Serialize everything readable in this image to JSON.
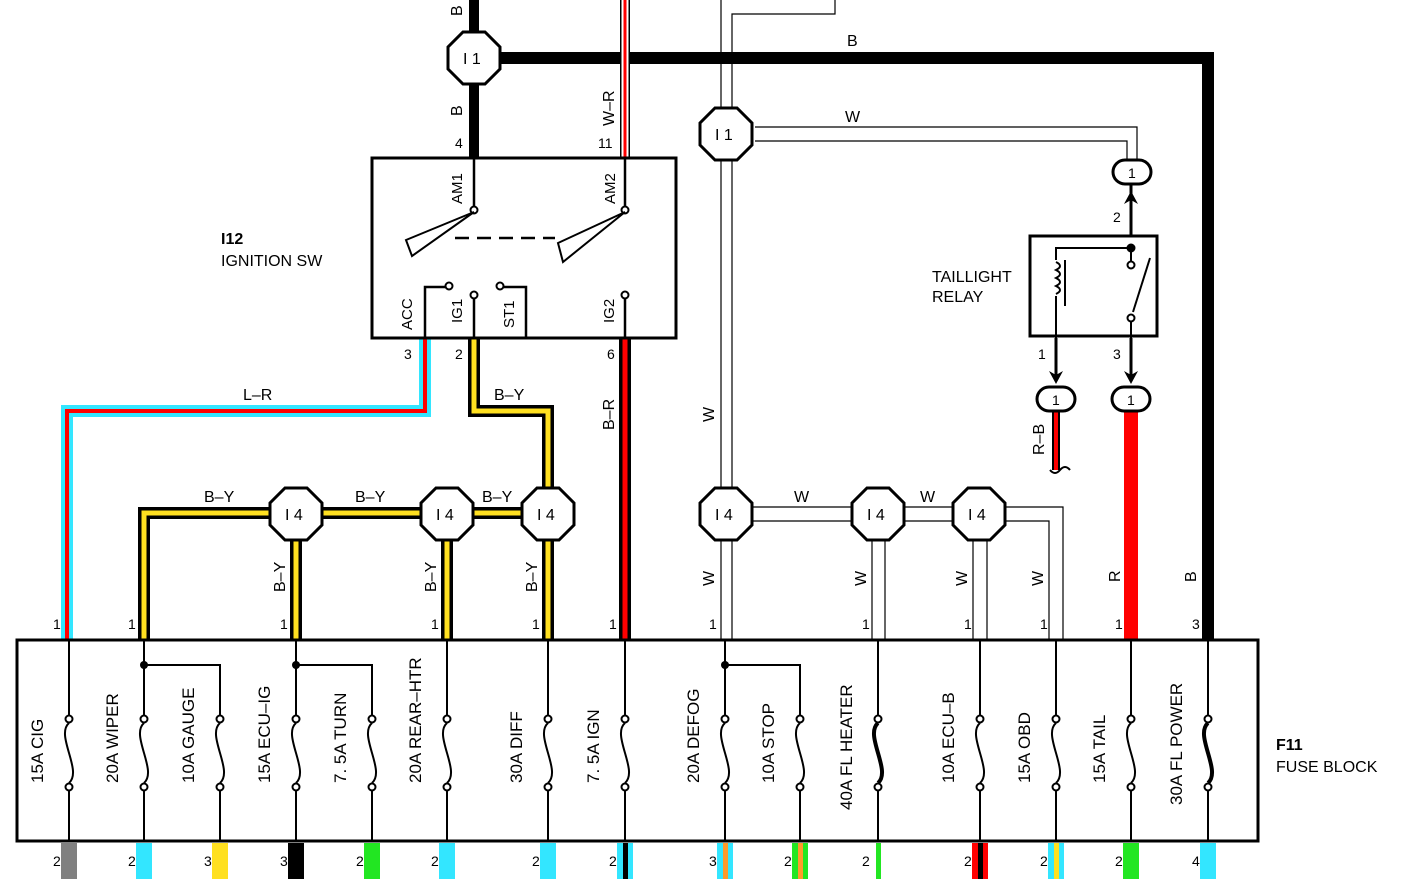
{
  "colors": {
    "black": "#000000",
    "red": "#ff0000",
    "blue_cyan": "#33e6ff",
    "yellow": "#ffe020",
    "white_wire": "#ffffff",
    "gray": "#808080",
    "green": "#22e622",
    "orange": "#ff9a2a"
  },
  "ignition_switch": {
    "id": "I12",
    "name": "IGNITION SW",
    "terminals": {
      "am1": "AM1",
      "am2": "AM2",
      "acc": "ACC",
      "ig1": "IG1",
      "st1": "ST1",
      "ig2": "IG2"
    },
    "pins": {
      "am1": "4",
      "am2": "11",
      "acc": "3",
      "ig1": "2",
      "ig2": "6"
    }
  },
  "taillight_relay": {
    "name_line1": "TAILLIGHT",
    "name_line2": "RELAY",
    "pins": {
      "p1": "1",
      "p2": "2",
      "p3": "3"
    }
  },
  "fuse_block": {
    "id": "F11",
    "name": "FUSE BLOCK",
    "fuses": [
      "15A CIG",
      "20A WIPER",
      "10A GAUGE",
      "15A ECU–IG",
      "7. 5A TURN",
      "20A REAR–HTR",
      "30A DIFF",
      "7. 5A IGN",
      "20A DEFOG",
      "10A STOP",
      "40A FL HEATER",
      "10A ECU–B",
      "15A OBD",
      "15A TAIL",
      "30A FL POWER"
    ],
    "top_pins": [
      "1",
      "1",
      "1",
      "1",
      "1",
      "1",
      "1",
      "1",
      "1",
      "1",
      "1",
      "3"
    ],
    "bottom_pins": [
      "2",
      "2",
      "3",
      "3",
      "2",
      "2",
      "2",
      "2",
      "3",
      "2",
      "2",
      "2",
      "2",
      "2",
      "4"
    ]
  },
  "connectors": {
    "i1": "I 1",
    "i4": "I 4",
    "one": "1"
  },
  "wire_labels": {
    "b": "B",
    "w_r": "W–R",
    "w": "W",
    "l_r": "L–R",
    "b_y": "B–Y",
    "b_r": "B–R",
    "r": "R",
    "r_b": "R–B"
  }
}
